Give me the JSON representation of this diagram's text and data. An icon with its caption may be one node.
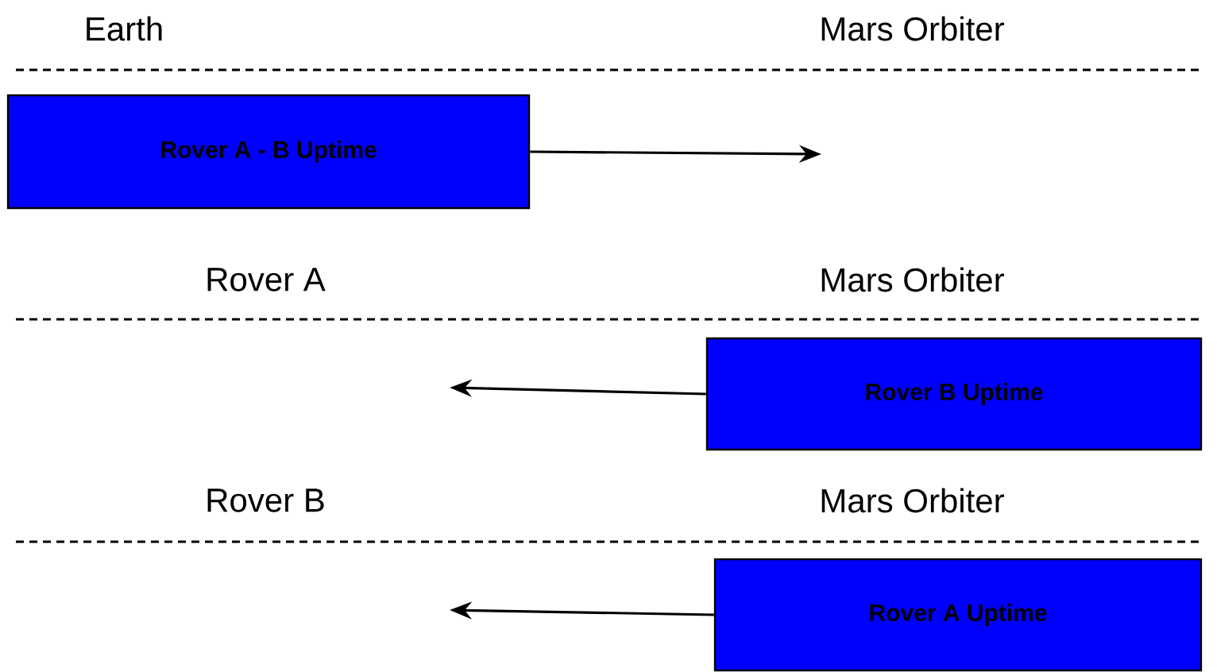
{
  "diagram": {
    "nodes": [
      {
        "text": [
          "Rover A - B Uptime"
        ]
      },
      {
        "text": [
          "Rover B Uptime"
        ]
      },
      {
        "text": [
          "Rover A Uptime"
        ]
      }
    ],
    "edges": [
      {
        "from": 0,
        "to": null,
        "arrow": "to"
      },
      {
        "from": 1,
        "to": null,
        "arrow": "to"
      },
      {
        "from": 2,
        "to": null,
        "arrow": "to"
      }
    ],
    "labels": [
      "Earth",
      "Mars Orbiter",
      "Rover A",
      "Mars Orbiter",
      "Rover B",
      "Mars Orbiter"
    ]
  }
}
